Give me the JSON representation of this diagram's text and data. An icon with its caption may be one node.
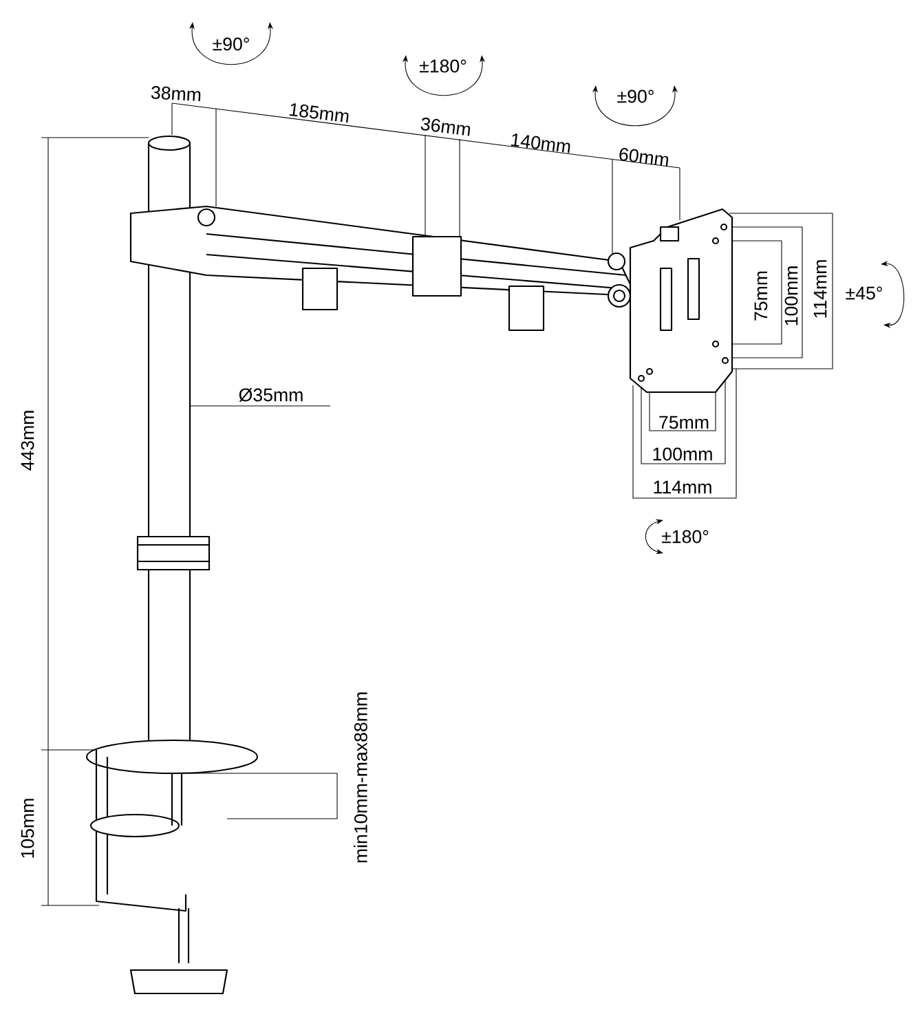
{
  "diagram": {
    "labels": [
      "±90°",
      "±180°",
      "±90°",
      "38mm",
      "185mm",
      "36mm",
      "140mm",
      "60mm",
      "75mm",
      "100mm",
      "114mm",
      "±45°",
      "Ø35mm",
      "75mm",
      "100mm",
      "114mm",
      "±180°",
      "443mm",
      "min10mm-max88mm",
      "105mm"
    ]
  }
}
